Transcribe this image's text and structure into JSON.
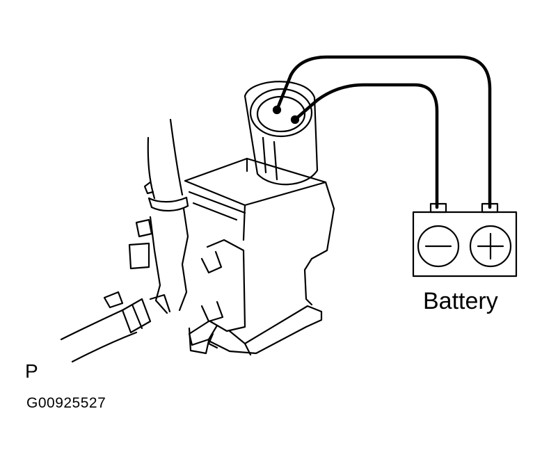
{
  "diagram": {
    "battery_label": "Battery",
    "port_label": "P",
    "figure_code": "G00925527",
    "terminal_negative_symbol": "minus-symbol",
    "terminal_positive_symbol": "plus-symbol",
    "colors": {
      "line": "#000000",
      "background": "#ffffff"
    }
  }
}
